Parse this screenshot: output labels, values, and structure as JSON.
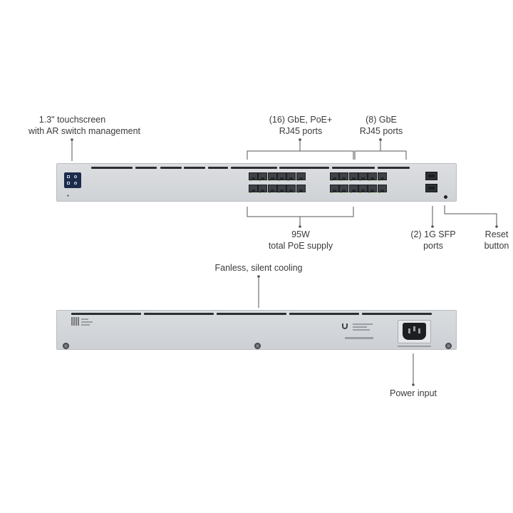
{
  "callouts": {
    "touchscreen": [
      "1.3\" touchscreen",
      "with AR switch management"
    ],
    "poe_ports": [
      "(16) GbE, PoE+",
      "RJ45 ports"
    ],
    "gbe_ports": [
      "(8) GbE",
      "RJ45 ports"
    ],
    "poe_supply": [
      "95W",
      "total PoE supply"
    ],
    "sfp_ports": [
      "(2) 1G SFP",
      "ports"
    ],
    "reset": [
      "Reset",
      "button"
    ],
    "cooling": [
      "Fanless, silent cooling"
    ],
    "power": [
      "Power input"
    ]
  },
  "colors": {
    "chassis": "#d4d7da",
    "port_led": "#8ad36a",
    "screen": "#1b2b49",
    "line": "#555555"
  }
}
